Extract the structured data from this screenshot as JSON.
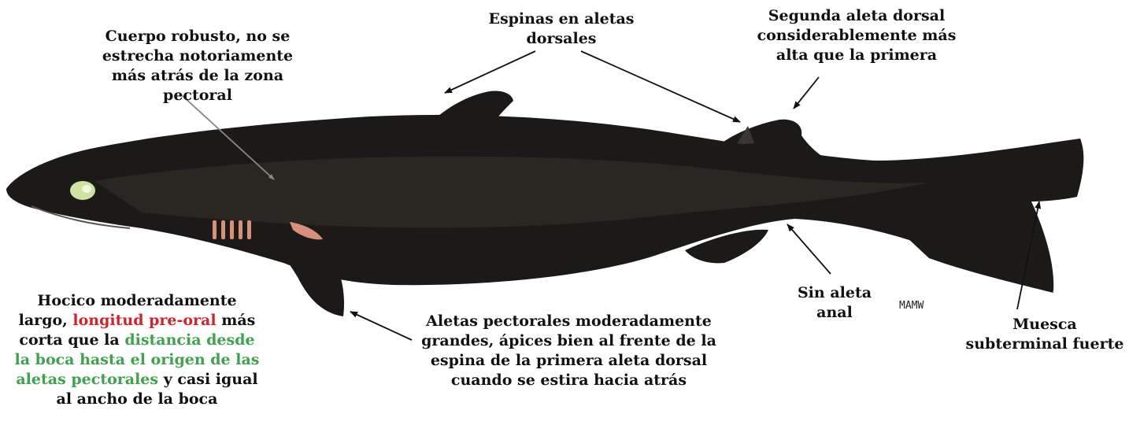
{
  "colors": {
    "shark_body": "#1b1a18",
    "shark_shade": "#2e2b27",
    "eye": "#cfe3a0",
    "gill_pink": "#d89078",
    "highlight_red": "#d2232a",
    "highlight_green": "#3fa34d",
    "arrow": "#111111",
    "pointer_grey": "#888888"
  },
  "labels": {
    "body": "Cuerpo robusto, no se estrecha notoriamente más atrás de la zona pectoral",
    "spines": "Espinas en aletas dorsales",
    "second_dorsal": "Segunda aleta dorsal considerablemente más alta que la primera",
    "snout_part1": "Hocico moderadamente largo,",
    "snout_red": "longitud pre-oral",
    "snout_part2": "más corta que la",
    "snout_green": "distancia desde la boca hasta el origen de las aletas pectorales",
    "snout_part3": "y casi igual al ancho de la boca",
    "pectoral": "Aletas pectorales moderadamente grandes, ápices bien al frente de la espina de la primera aleta dorsal cuando se estira hacia atrás",
    "no_anal": "Sin aleta anal",
    "notch": "Muesca subterminal fuerte"
  },
  "signature": "MAMW"
}
